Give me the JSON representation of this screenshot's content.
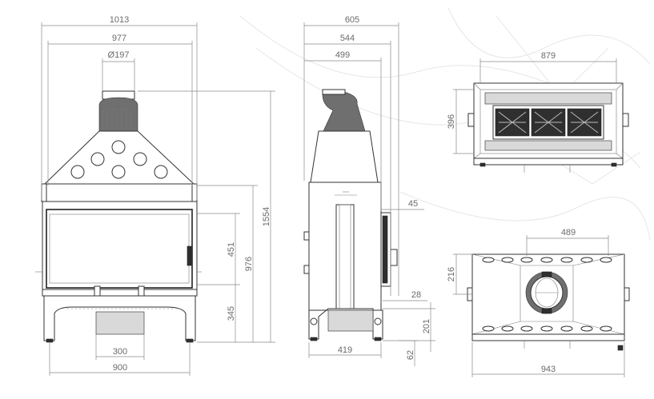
{
  "front_view": {
    "dims": {
      "total_width": "1013",
      "top_width": "977",
      "flue_diameter": "Ø197",
      "total_height": "1554",
      "height_976": "976",
      "glass_height": "451",
      "base_height": "345",
      "bottom_opening": "300",
      "bottom_width": "900"
    }
  },
  "side_view": {
    "dims": {
      "depth_605": "605",
      "depth_544": "544",
      "depth_499": "499",
      "offset_45": "45",
      "offset_28": "28",
      "height_201": "201",
      "height_62": "62",
      "base_depth": "419"
    }
  },
  "top_view": {
    "dims": {
      "width_879": "879",
      "depth_396": "396"
    }
  },
  "bottom_view": {
    "dims": {
      "width_489": "489",
      "depth_216": "216",
      "width_943": "943"
    }
  }
}
